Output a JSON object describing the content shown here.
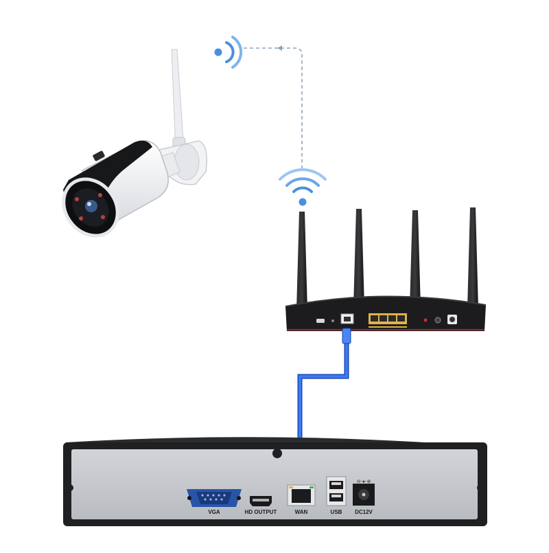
{
  "colors": {
    "wifi_blue": "#4a8fe0",
    "dash_line": "#8fa3b8",
    "cable_blue": "#1f5fe8",
    "router_body": "#1c1c1e",
    "nvr_panel": "#c4c6ca",
    "port_gold": "#e0b24a"
  },
  "icons": {
    "camera_wifi": "wifi-signal-icon",
    "router_wifi": "wifi-signal-icon"
  },
  "nvr": {
    "ports": {
      "vga": "VGA",
      "hdmi": "HD OUTPUT",
      "wan": "WAN",
      "usb": "USB",
      "dc": "DC12V"
    }
  }
}
